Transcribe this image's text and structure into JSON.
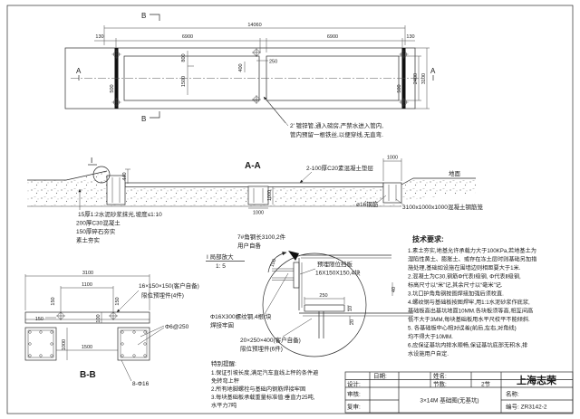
{
  "plan": {
    "section_marker_b": "B",
    "section_marker_a": "A",
    "dim_total": "14060",
    "dim_margin_left": "130",
    "dim_span_left": "6900",
    "dim_span_right": "6900",
    "dim_margin_right": "130",
    "dim_800": "800",
    "dim_1500": "1500",
    "dim_400": "400",
    "dim_250": "250",
    "dim_500_left": "500",
    "dim_500_right": "500",
    "dim_2400": "2400",
    "dim_3100": "3100",
    "pipe_note_line1": "2' 镀锌管,通入磅房,严禁水进入管内,",
    "pipe_note_line2": "管内预留一根铁丝,以便穿线,无直弯."
  },
  "section_aa": {
    "title": "A-A",
    "detail_marker": "I",
    "dim_440": "440",
    "layer_note_1": "15厚1:2水泥砂浆抹光,坡度≤1:10",
    "layer_note_2": "200厚C30混凝土",
    "layer_note_3": "150厚碎石夯实",
    "layer_note_4": "素土夯实",
    "cushion_note": "2-100厚C20素混凝土垫层",
    "dim_1000_top": "1000",
    "dim_1000_side": "1000",
    "dim_1000_bottom": "1000",
    "ground_label": "地面",
    "rebar_note": "ø16钢筋",
    "cage_note": "3100x1000x1000混凝土钢筋笼"
  },
  "section_bb": {
    "title": "B-B",
    "dim_3100": "3100",
    "dim_1100": "1100",
    "dim_150_left": "150",
    "dim_150_a": "150",
    "dim_150_b": "150",
    "dim_100": "100",
    "dim_1000": "1000",
    "dim_1500": "1500",
    "embed_note_line1": "16×150×150(客户自备)",
    "embed_note_line2": "限位预埋件(4件)",
    "stirrup_note": "Φ6@250",
    "rebar_note": "8-Φ16"
  },
  "detail_i": {
    "angle_note_line1": "7#角钢长3100,2件",
    "angle_note_line2": "用户自备",
    "label_line1": "I 局部放大",
    "label_line2": "1: 5",
    "dim_100": "100",
    "plate_note_line1": "预埋限位挡板",
    "plate_note_line2": "16X150X150,4块",
    "dim_250": "250",
    "dim_10": "10",
    "dim_20": "20",
    "dim_40": "40",
    "rod_note_line1": "Φ16X300螺纹钢,4根/块",
    "rod_note_line2": "焊接牢固",
    "embed_note_line1": "20×250×400(客户自备)",
    "embed_note_line2": "限位预埋件(6件)"
  },
  "special_notes": {
    "title": "特别提醒:",
    "lines": [
      "1.保证引坡长度,满足汽车直线上秤的条件避",
      "免转弯上秤",
      "2.所有地脚螺栓与基础内钢筋焊接牢固",
      "3.每块基础板承载重量标准值:垂直力25吨,",
      "水平力7吨"
    ]
  },
  "tech_requirements": {
    "title": "技术要求:",
    "lines": [
      "1.素土夯实,地基允许承载力大于100KPa,若地基土为",
      "湿陷性黄土、膨胀土、或存在冻土层时则基础另加措",
      "施处理,基础如设施在围墙边则相距要大于1米.",
      "2.混凝土为C30,钢筋Φ代表Ⅰ级钢, Φ代表Ⅱ级钢,",
      "标高尺寸以“米”记,其余尺寸以“毫米”记.",
      "3.坑口护角角钢按图焊接加强后须校直.",
      "4.螺纹钢与基础板按图焊牢,用1:1水泥砂浆作底浆,",
      "基础板高出基坑地面10MM.各块板须等高,相互间高",
      "低不大于3MM,每块基础板用水平尺校平不能倾斜.",
      "5. 各基础板中心相对误差(前后,左右,对角线)",
      "均不得大于10MM.",
      "6.应保证基坑内排水顺畅,保证基坑底部无积水,排",
      "水设施用户自定."
    ]
  },
  "title_block": {
    "date_label": "日期:",
    "name_label": "姓名:",
    "sections_label": "节数:",
    "sections_value": "2节",
    "design_label": "设计:",
    "check_label": "审核:",
    "recheck_label": "复审:",
    "drawing_title": "3×14M 基础图(无基坑)",
    "company": "上海志荣",
    "title_label": "名称:",
    "number_label": "编号: ZR3142-2"
  },
  "colors": {
    "line": "#2a2a2a",
    "background": "#ffffff"
  }
}
